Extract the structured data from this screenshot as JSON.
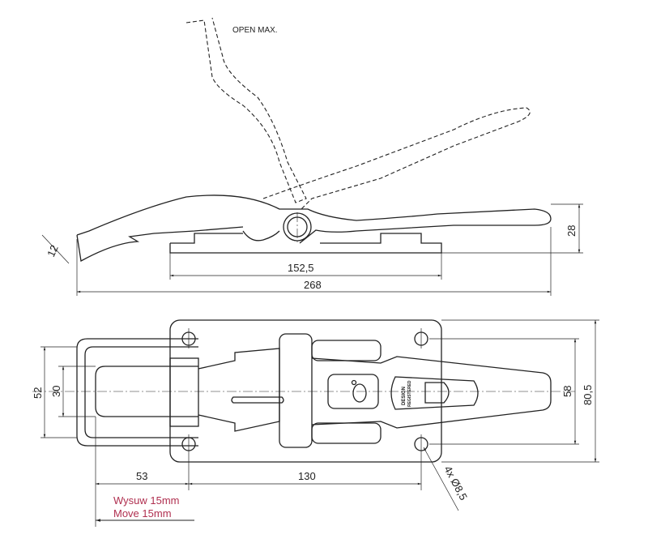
{
  "labels": {
    "open_max": "OPEN MAX.",
    "design_registered_line1": "DESIGN",
    "design_registered_line2": "REGISTERED",
    "move_pl": "Wysuw 15mm",
    "move_en": "Move 15mm"
  },
  "dimensions": {
    "side_thickness": "12",
    "base_length": "152,5",
    "overall_length": "268",
    "height": "28",
    "width_outer": "52",
    "width_inner": "30",
    "plate_hole_spacing_v": "58",
    "plate_height": "80,5",
    "offset": "53",
    "hole_spacing_h": "130",
    "holes": "4x Ø8,5"
  },
  "colors": {
    "line": "#222222",
    "note": "#b03050"
  }
}
